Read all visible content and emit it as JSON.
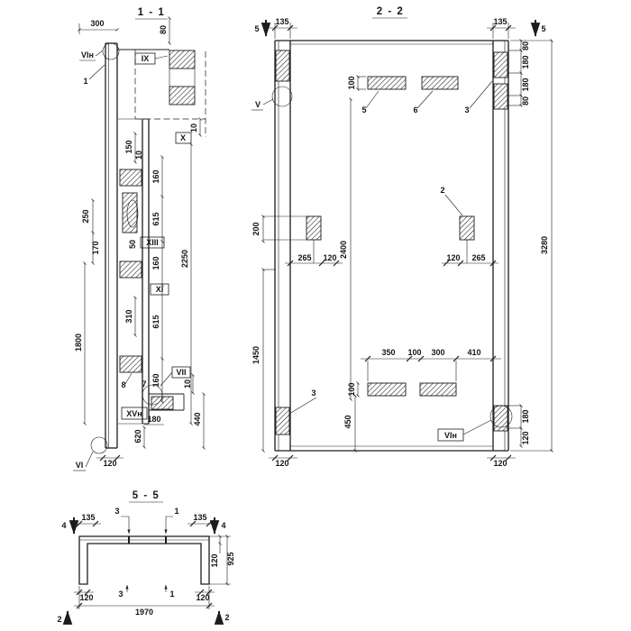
{
  "drawing": {
    "bg": "#ffffff",
    "ink": "#1c1c1c"
  },
  "s11": {
    "title": "1 - 1",
    "marks": {
      "vi_top": "VIн",
      "ix": "IX",
      "x": "X",
      "xiii": "XIII",
      "xi": "XI",
      "vii": "VII",
      "xvn": "XVн",
      "vi_bottom": "VI"
    },
    "parts": {
      "p1": "1",
      "p8": "8",
      "p7": "7"
    },
    "dims": {
      "d300": "300",
      "d80": "80",
      "d10a": "10",
      "d150": "150",
      "d10b": "10",
      "d160a": "160",
      "d615a": "615",
      "d250": "250",
      "d170": "170",
      "d50": "50",
      "d2250": "2250",
      "d160b": "160",
      "d310": "310",
      "d615b": "615",
      "d1800": "1800",
      "d160c": "160",
      "d10c": "10",
      "d180": "180",
      "d440": "440",
      "d620": "620",
      "d120": "120"
    }
  },
  "s22": {
    "title": "2 - 2",
    "marks": {
      "v": "V",
      "vin": "VIн",
      "cut5l": "5",
      "cut5r": "5"
    },
    "parts": {
      "p5": "5",
      "p6": "6",
      "p3a": "3",
      "p2": "2",
      "p3b": "3"
    },
    "dims": {
      "d135l": "135",
      "d135r": "135",
      "d80a": "80",
      "d180a": "180",
      "d180b": "180",
      "d80b": "80",
      "d3280": "3280",
      "d100a": "100",
      "d200": "200",
      "d2400": "2400",
      "d1450": "1450",
      "d265l": "265",
      "d120l": "120",
      "d120r": "120",
      "d265r": "265",
      "d350": "350",
      "d100b": "100",
      "d300": "300",
      "d410": "410",
      "d100c": "100",
      "d450": "450",
      "d180c": "180",
      "d120rc": "120",
      "d120bl": "120",
      "d120br": "120"
    }
  },
  "s55": {
    "title": "5 - 5",
    "marks": {
      "cut4l": "4",
      "cut4r": "4",
      "cut2l": "2",
      "cut2r": "2",
      "w3t": "3",
      "w1t": "1",
      "w3b": "3",
      "w1b": "1"
    },
    "dims": {
      "d135l": "135",
      "d135r": "135",
      "d925": "925",
      "d120r": "120",
      "d120bl": "120",
      "d120br": "120",
      "d1970": "1970"
    }
  }
}
